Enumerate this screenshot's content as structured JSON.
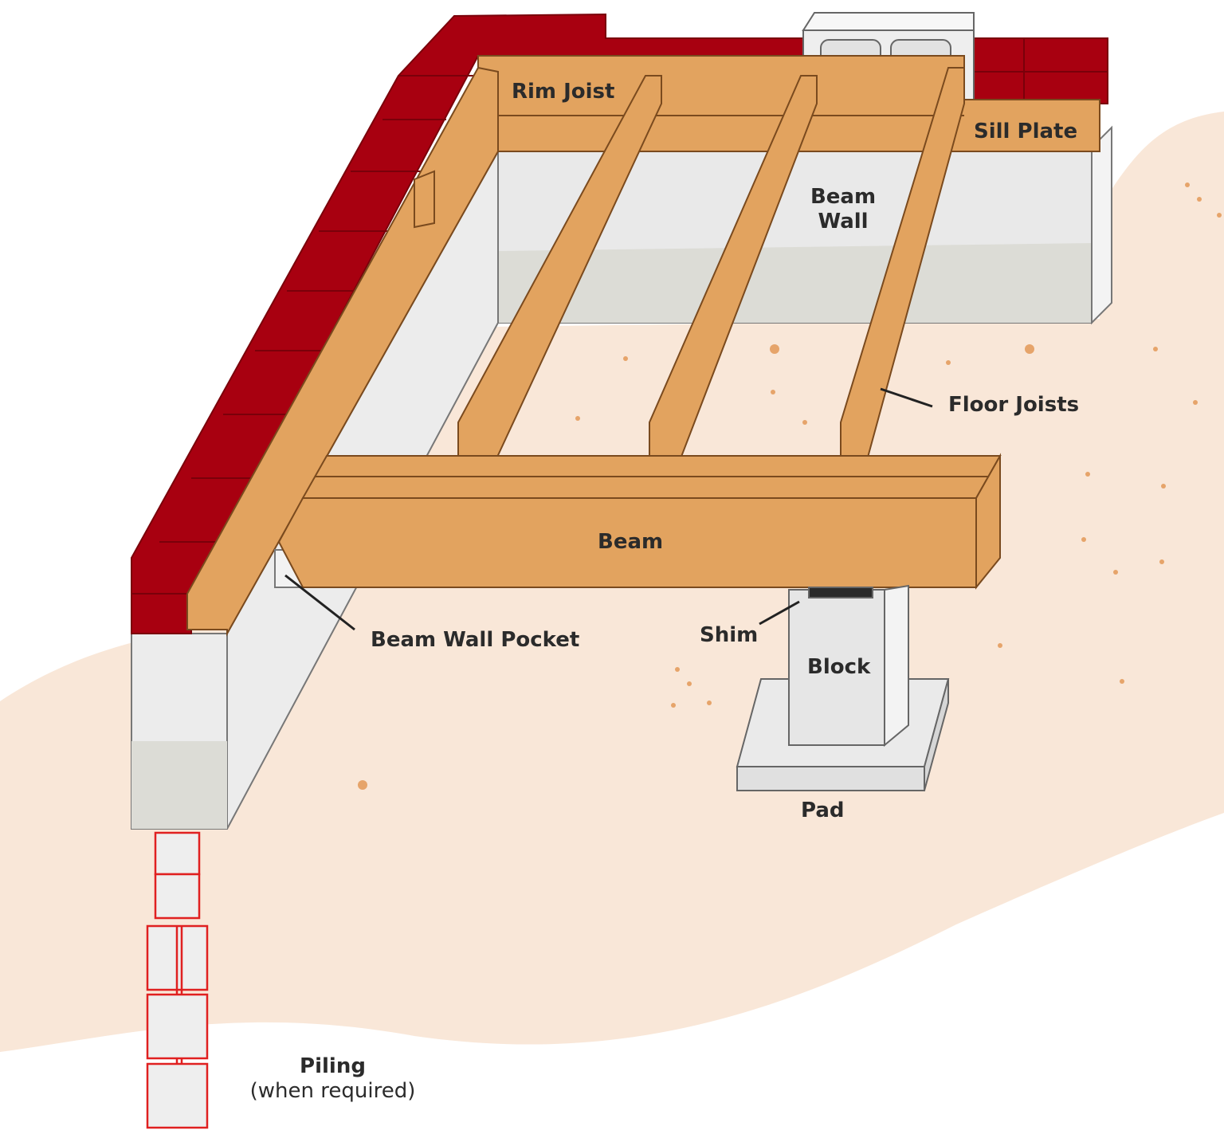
{
  "labels": {
    "rim_joist": "Rim Joist",
    "sill_plate": "Sill Plate",
    "beam_wall_line1": "Beam",
    "beam_wall_line2": "Wall",
    "floor_joists": "Floor Joists",
    "beam": "Beam",
    "beam_wall_pocket": "Beam Wall Pocket",
    "shim": "Shim",
    "block": "Block",
    "pad": "Pad",
    "piling": "Piling",
    "piling_note": "(when required)"
  },
  "colors": {
    "background_ground": "#f9e7d8",
    "brick": "#a80010",
    "wood": "#e2a35f",
    "wood_outline": "#7a4a1e",
    "concrete": "#e8e8e8",
    "piling_outline": "#e02020",
    "shim": "#2a2a2a"
  }
}
